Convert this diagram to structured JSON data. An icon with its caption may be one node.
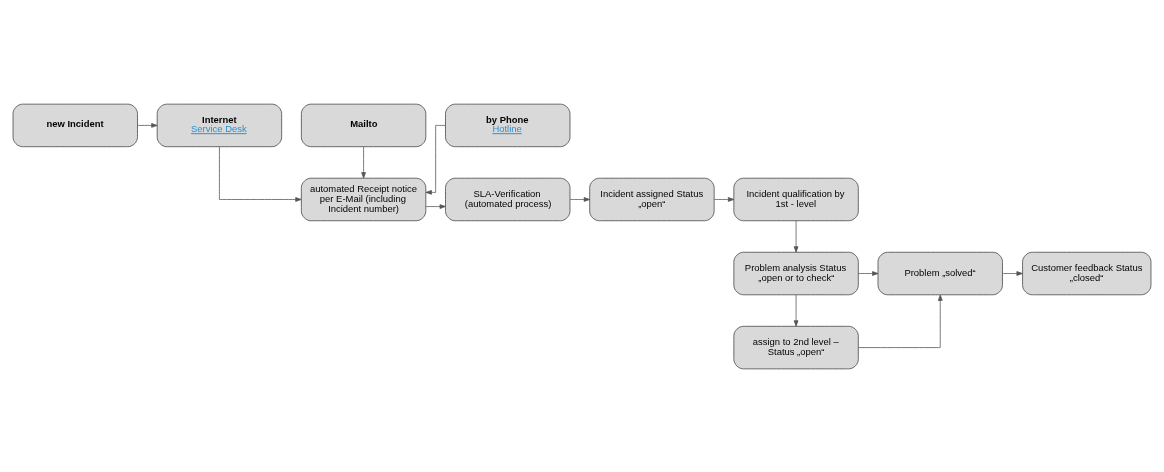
{
  "diagram": {
    "nodes": [
      {
        "text": [
          "new Incident"
        ]
      },
      {
        "text": [
          "Internet",
          "Service Desk"
        ]
      },
      {
        "text": [
          "Mailto"
        ]
      },
      {
        "text": [
          "by Phone",
          "Hotline"
        ]
      },
      {
        "text": [
          "automated Receipt notice per E-Mail (including Incident number)"
        ]
      },
      {
        "text": [
          "SLA-Verification (automated process)"
        ]
      },
      {
        "text": [
          "Incident assigned Status „open“"
        ]
      },
      {
        "text": [
          "Incident qualification by 1st - level"
        ]
      },
      {
        "text": [
          "Problem analysis Status „open or to check“"
        ]
      },
      {
        "text": [
          "Problem „solved“"
        ]
      },
      {
        "text": [
          "Customer feedback Status „closed“"
        ]
      },
      {
        "text": [
          "assign to 2nd level – Status „open“"
        ]
      }
    ],
    "edges": [
      {
        "from": 0,
        "to": 1,
        "arrow": "to"
      },
      {
        "from": 1,
        "to": 4,
        "arrow": "to"
      },
      {
        "from": 2,
        "to": 4,
        "arrow": "to"
      },
      {
        "from": 3,
        "to": 4,
        "arrow": "to"
      },
      {
        "from": 4,
        "to": 5,
        "arrow": "to"
      },
      {
        "from": 5,
        "to": 6,
        "arrow": "to"
      },
      {
        "from": 6,
        "to": 7,
        "arrow": "to"
      },
      {
        "from": 7,
        "to": 8,
        "arrow": "to"
      },
      {
        "from": 8,
        "to": 9,
        "arrow": "to"
      },
      {
        "from": 8,
        "to": 11,
        "arrow": "to"
      },
      {
        "from": 11,
        "to": 9,
        "arrow": "to"
      },
      {
        "from": 9,
        "to": 10,
        "arrow": "to"
      }
    ]
  }
}
